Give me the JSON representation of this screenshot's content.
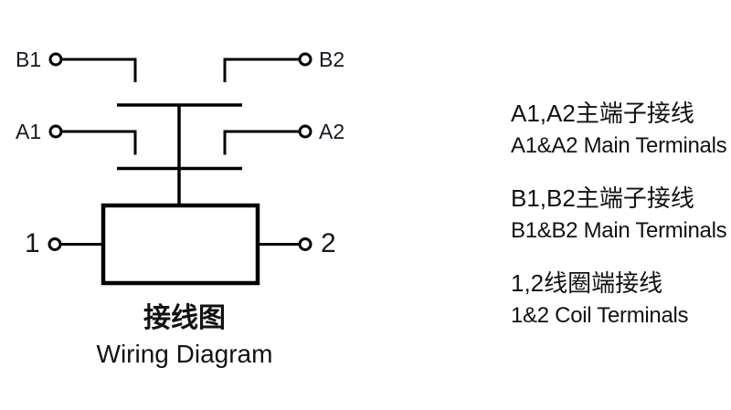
{
  "diagram": {
    "terminals": {
      "b1": "B1",
      "b2": "B2",
      "a1": "A1",
      "a2": "A2",
      "coil1": "1",
      "coil2": "2"
    },
    "caption_zh": "接线图",
    "caption_en": "Wiring Diagram"
  },
  "legend": {
    "items": [
      {
        "zh": "A1,A2主端子接线",
        "en": "A1&A2 Main Terminals"
      },
      {
        "zh": "B1,B2主端子接线",
        "en": "B1&B2 Main Terminals"
      },
      {
        "zh": "1,2线圈端接线",
        "en": "1&2 Coil Terminals"
      }
    ]
  },
  "colors": {
    "line": "#000000",
    "text": "#121212",
    "background": "#ffffff"
  }
}
